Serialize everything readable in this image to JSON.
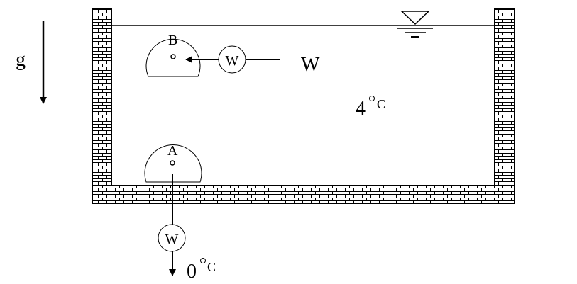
{
  "gravity_label": "g",
  "wire_label": "W",
  "points": {
    "upper": "B",
    "lower": "A"
  },
  "probes": {
    "upper": "W",
    "lower": "W"
  },
  "water_temperature": {
    "value": "4",
    "unit": "C"
  },
  "bottom_temperature": {
    "value": "0",
    "unit": "C"
  },
  "colors": {
    "line": "#000000",
    "wall_fill": "#ffffff",
    "background": "#ffffff"
  }
}
